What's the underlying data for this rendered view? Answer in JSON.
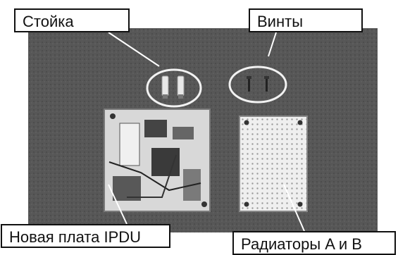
{
  "labels": {
    "standoff": "Стойка",
    "screws": "Винты",
    "new_board": "Новая плата IPDU",
    "heatsinks": "Радиаторы A и B"
  },
  "colors": {
    "background": "#565656",
    "callout_ring": "#f2f2f2",
    "label_border": "#111111"
  }
}
